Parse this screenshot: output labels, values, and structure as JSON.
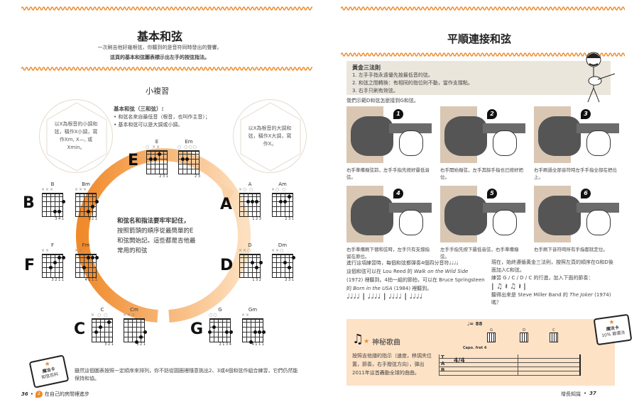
{
  "left_page": {
    "title": "基本和弦",
    "intro": [
      "一次刷吉他好幾根弦，你聽到的是音符同時發出的聲響。",
      "這頁的基本和弦圖表標示出左手的按弦指法。"
    ],
    "review_title": "小複習",
    "review_heading": "基本和弦（三和弦）:",
    "review_bullets": [
      "• 和弦名來自最低音（根音，也叫作主音）；",
      "• 基本和弦可以是大調或小調。"
    ],
    "minor_note": "以X為根音的小調和弦，稱作X小調，寫作Xm, X—, 或Xmin。",
    "major_note": "以X為根音的大調和弦，稱作X大調，寫作X。",
    "center_text": [
      "和弦名和指法要牢牢記住，",
      "按照箭頭的順序從最簡單的E",
      "和弦開始記。這些都是吉他最",
      "常用的和弦"
    ],
    "root_letters": {
      "E": "E",
      "A": "A",
      "D": "D",
      "G": "G",
      "C": "C",
      "F": "F",
      "B": "B"
    },
    "chords": [
      {
        "name": "E",
        "open": "○   ××",
        "fingers": "2 3 1",
        "dots": [
          [
            1,
            1
          ],
          [
            2,
            1
          ],
          [
            3,
            0
          ]
        ]
      },
      {
        "name": "Em",
        "open": "○  ○○○",
        "fingers": "2 3",
        "dots": [
          [
            1,
            1
          ],
          [
            2,
            1
          ]
        ]
      },
      {
        "name": "B",
        "open": "×××",
        "fingers": "3 4 1",
        "dots": [
          [
            3,
            3
          ],
          [
            4,
            3
          ],
          [
            5,
            1
          ]
        ]
      },
      {
        "name": "Bm",
        "open": "×××",
        "fingers": "3 2 1",
        "dots": [
          [
            3,
            3
          ],
          [
            4,
            2
          ],
          [
            5,
            1
          ]
        ]
      },
      {
        "name": "A",
        "open": "×○    ○",
        "fingers": "1 2 3",
        "dots": [
          [
            2,
            1
          ],
          [
            3,
            1
          ],
          [
            4,
            1
          ]
        ]
      },
      {
        "name": "Am",
        "open": "×○    ○",
        "fingers": "2 3 1",
        "dots": [
          [
            2,
            1
          ],
          [
            3,
            1
          ],
          [
            4,
            0
          ]
        ]
      },
      {
        "name": "F",
        "open": "××",
        "fingers": "3 2 1 1",
        "dots": [
          [
            2,
            2
          ],
          [
            3,
            1
          ],
          [
            4,
            0
          ],
          [
            5,
            0
          ]
        ]
      },
      {
        "name": "Fm",
        "open": "××",
        "fingers": "4 1 1 1",
        "dots": [
          [
            2,
            2
          ],
          [
            3,
            0
          ],
          [
            4,
            0
          ],
          [
            5,
            0
          ]
        ]
      },
      {
        "name": "D",
        "open": "××○",
        "fingers": "1 3 2",
        "dots": [
          [
            3,
            1
          ],
          [
            4,
            2
          ],
          [
            5,
            1
          ]
        ]
      },
      {
        "name": "Dm",
        "open": "××○",
        "fingers": "2 3 1",
        "dots": [
          [
            3,
            1
          ],
          [
            4,
            2
          ],
          [
            5,
            0
          ]
        ]
      },
      {
        "name": "C",
        "open": "×   ○ ○",
        "fingers": "3 2 1",
        "dots": [
          [
            1,
            2
          ],
          [
            2,
            1
          ],
          [
            4,
            0
          ]
        ]
      },
      {
        "name": "Cm",
        "open": "×××",
        "fingers": "3 2 1",
        "dots": [
          [
            3,
            4
          ],
          [
            4,
            3
          ],
          [
            5,
            2
          ]
        ]
      },
      {
        "name": "G",
        "open": "  ○○",
        "fingers": "2 1 3 4",
        "dots": [
          [
            0,
            2
          ],
          [
            1,
            1
          ],
          [
            4,
            2
          ],
          [
            5,
            2
          ]
        ]
      },
      {
        "name": "Gm",
        "open": "××",
        "fingers": "4 1 1 1",
        "dots": [
          [
            2,
            4
          ],
          [
            3,
            2
          ],
          [
            4,
            2
          ],
          [
            5,
            2
          ]
        ]
      }
    ],
    "card": {
      "title": "魔法卡",
      "subtitle": "和弦百科"
    },
    "bottom_text": "雖然這個圖表按照一定順序來排列，你不妨從圓圈裡隨意挑出2、3或4個和弦作組合練習，它們仍然能保持和協。",
    "footer": {
      "page": "36",
      "chapter": "2",
      "label": "在自己的房間裡進步"
    }
  },
  "right_page": {
    "title": "平順連接和弦",
    "rules_title": "黃金三法則",
    "rules": [
      "1. 左手手指永遠優先按最低音的弦。",
      "2. 和弦之間轉換：有相同的指位則不動，當作支撐點。",
      "3. 右手只刷有效弦。"
    ],
    "demo_intro": "我們示範D和弦怎麼接到G和弦。",
    "steps": [
      {
        "num": "1",
        "caption": "右手準備撥弦前，左手手指先按好最低音弦。"
      },
      {
        "num": "2",
        "caption": "右手開始撥弦，左手其餘手指也已按好把位。"
      },
      {
        "num": "3",
        "caption": "右手刷過全部音符時左手手指全部在把位上。"
      },
      {
        "num": "4",
        "caption": "右手準備刷下個和弦時，左手只有支撐指留在原位。"
      },
      {
        "num": "5",
        "caption": "左手手指先按下最低音弦，右手準備撥弦。"
      },
      {
        "num": "6",
        "caption": "右手刷下音符時所有手指都就定位。"
      }
    ],
    "para_left": [
      "進行這項練習時，每個和弦都彈奏4個四分音符♩♩♩♩",
      "這個和弦可以在 Lou Reed 的 ",
      "Walk on the Wild Side",
      " (1972) 裡聽到。4拍一組的節拍，可以在 Bruce Springsteen 的 ",
      "Born in the USA",
      " (1984) 裡聽到。"
    ],
    "rhythm_left": "♩♩♩♩ | ♩♩♩♩ | ♩♩♩♩ | ♩♩♩♩",
    "para_right": [
      "現在，始終遵循黃金三法則，按照左頁的順序在G和D後面加入C和弦。",
      "練習 G / C / D / C 的行進，加入下面的節奏：",
      "| ♫ 𝄽 ♫ 𝄽 |",
      "聽得出來是 Steve Miller Band 的 ",
      "The Joker",
      " (1974) 嗎？"
    ],
    "mystery": {
      "title": "神秘歌曲",
      "text": "按照吉他譜的指示（速度，移調夾位置，節奏，右手撥弦方向），彈出2011年這首轟動全球的曲曲。",
      "tempo": "♩= 88",
      "capo": "Capo. fret 4",
      "chords": [
        "G",
        "D",
        "C"
      ],
      "tab_letters": "T A B",
      "time_sig": "4/4"
    },
    "card": {
      "title": "魔法卡",
      "subtitle": "10% 節還法"
    },
    "footer": {
      "label": "增長知識",
      "page": "37"
    }
  },
  "colors": {
    "accent": "#f08a2a",
    "peach": "#fde2c6",
    "beige": "#ebe6dc"
  }
}
